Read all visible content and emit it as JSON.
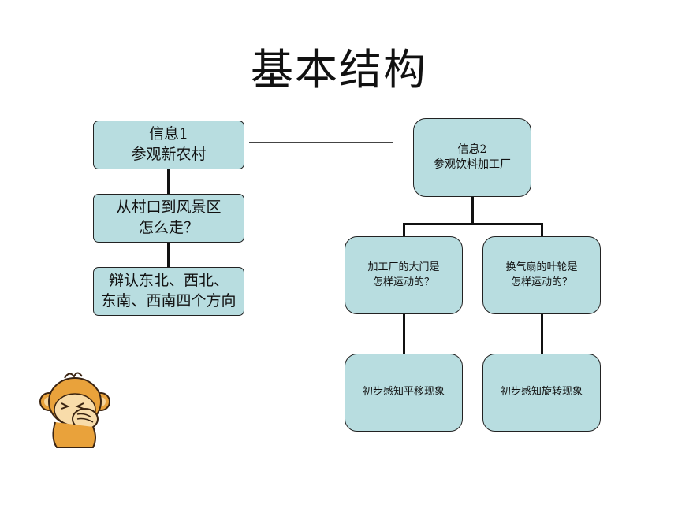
{
  "title": "基本结构",
  "left": {
    "root": {
      "line1": "信息1",
      "line2": "参观新农村"
    },
    "mid": {
      "line1": "从村口到风景区",
      "line2": "怎么走？"
    },
    "leaf": {
      "line1": "辩认东北、西北、",
      "line2": "东南、西南四个方向"
    }
  },
  "right": {
    "root": {
      "line1": "信息2",
      "line2": "参观饮料加工厂"
    },
    "q1": {
      "line1": "加工厂的大门是",
      "line2": "怎样运动的？"
    },
    "q2": {
      "line1": "换气扇的叶轮是",
      "line2": "怎样运动的？"
    },
    "a1": {
      "text": "初步感知平移现象"
    },
    "a2": {
      "text": "初步感知旋转现象"
    }
  },
  "colors": {
    "box_fill": "#b8dde0",
    "stroke": "#111111"
  },
  "decoration": {
    "icon": "monkey-mascot-icon"
  }
}
